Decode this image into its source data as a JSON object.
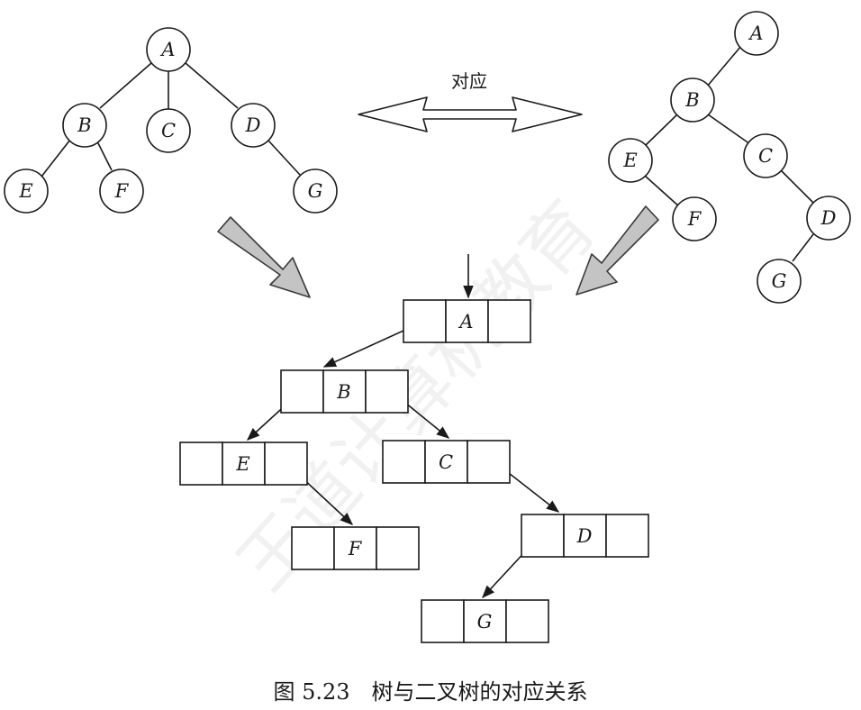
{
  "left_tree": {
    "nodes": [
      {
        "id": "A",
        "label": "A"
      },
      {
        "id": "B",
        "label": "B"
      },
      {
        "id": "C",
        "label": "C"
      },
      {
        "id": "D",
        "label": "D"
      },
      {
        "id": "E",
        "label": "E"
      },
      {
        "id": "F",
        "label": "F"
      },
      {
        "id": "G",
        "label": "G"
      }
    ],
    "edges": [
      [
        "A",
        "B"
      ],
      [
        "A",
        "C"
      ],
      [
        "A",
        "D"
      ],
      [
        "B",
        "E"
      ],
      [
        "B",
        "F"
      ],
      [
        "D",
        "G"
      ]
    ]
  },
  "right_tree": {
    "nodes": [
      {
        "id": "A",
        "label": "A"
      },
      {
        "id": "B",
        "label": "B"
      },
      {
        "id": "E",
        "label": "E"
      },
      {
        "id": "C",
        "label": "C"
      },
      {
        "id": "F",
        "label": "F"
      },
      {
        "id": "D",
        "label": "D"
      },
      {
        "id": "G",
        "label": "G"
      }
    ],
    "edges": [
      [
        "A",
        "B"
      ],
      [
        "B",
        "E"
      ],
      [
        "B",
        "C"
      ],
      [
        "E",
        "F"
      ],
      [
        "C",
        "D"
      ],
      [
        "D",
        "G"
      ]
    ]
  },
  "correspondence_label": "对应",
  "storage": {
    "nodes": [
      {
        "id": "A",
        "label": "A"
      },
      {
        "id": "B",
        "label": "B"
      },
      {
        "id": "E",
        "label": "E"
      },
      {
        "id": "C",
        "label": "C"
      },
      {
        "id": "F",
        "label": "F"
      },
      {
        "id": "D",
        "label": "D"
      },
      {
        "id": "G",
        "label": "G"
      }
    ],
    "links": [
      [
        "A",
        "B"
      ],
      [
        "B",
        "E"
      ],
      [
        "B",
        "C"
      ],
      [
        "E",
        "F"
      ],
      [
        "C",
        "D"
      ],
      [
        "D",
        "G"
      ]
    ]
  },
  "caption": "图 5.23　树与二叉树的对应关系",
  "watermark": "王道计算机教育"
}
